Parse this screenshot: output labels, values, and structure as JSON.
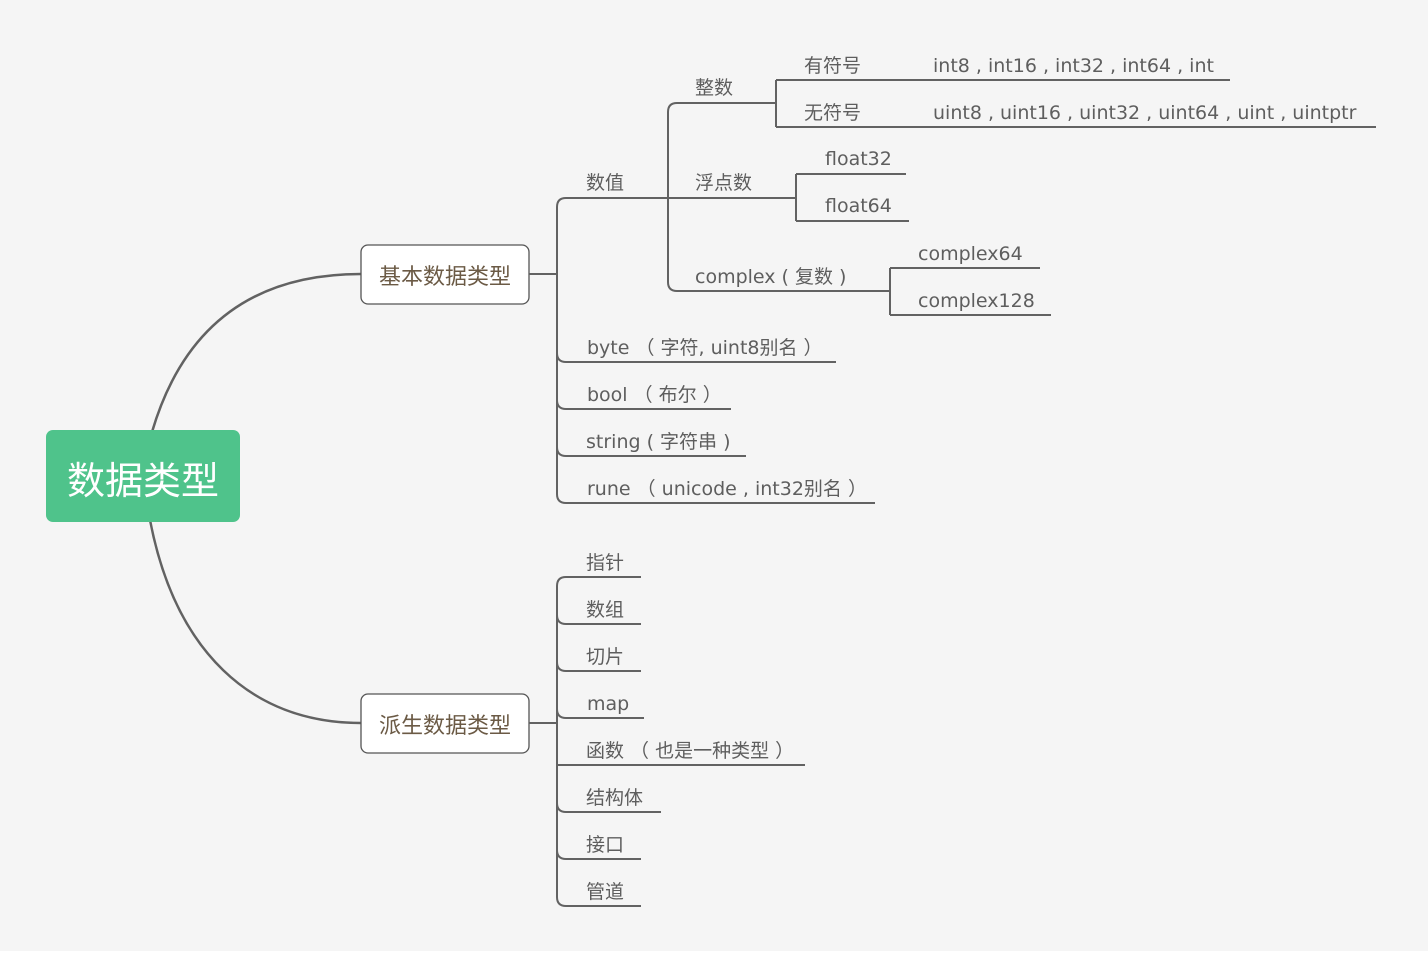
{
  "mindmap": {
    "root": {
      "label": "数据类型",
      "color": "#4fc38b"
    },
    "basic": {
      "label": "基本数据类型",
      "numeric": {
        "label": "数值",
        "integer": {
          "label": "整数",
          "signed": {
            "label": "有符号",
            "types": "int8 , int16 , int32 , int64 , int"
          },
          "unsigned": {
            "label": "无符号",
            "types": "uint8 , uint16 , uint32 , uint64 , uint , uintptr"
          }
        },
        "float": {
          "label": "浮点数",
          "children": [
            "float32",
            "float64"
          ]
        },
        "complex": {
          "label": "complex ( 复数 )",
          "children": [
            "complex64",
            "complex128"
          ]
        }
      },
      "others": [
        "byte （ 字符,  uint8别名 ）",
        "bool （ 布尔 ）",
        "string ( 字符串 )",
        "rune （ unicode , int32别名 ）"
      ]
    },
    "derived": {
      "label": "派生数据类型",
      "children": [
        "指针",
        "数组",
        "切片",
        "map",
        "函数 （ 也是一种类型 ）",
        "结构体",
        "接口",
        "管道"
      ]
    },
    "colors": {
      "background": "#f5f5f5",
      "line": "#626262",
      "text": "#5e5e5e",
      "branch_text": "#6b5a45",
      "root_text": "#ffffff"
    }
  }
}
